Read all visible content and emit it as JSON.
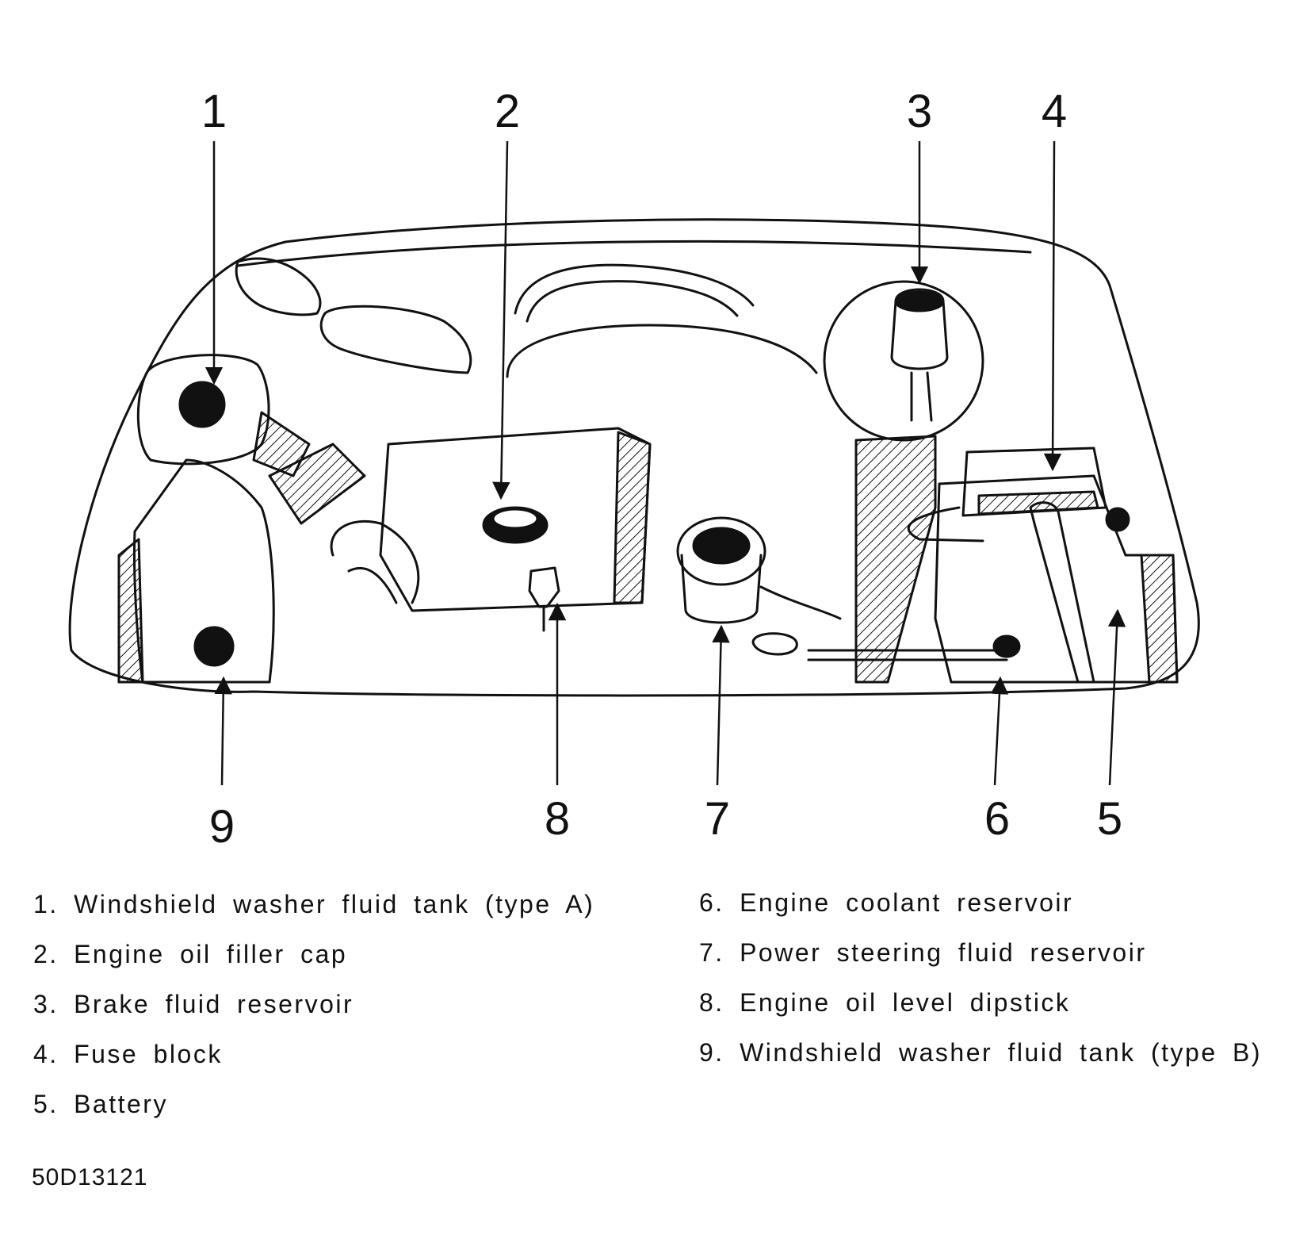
{
  "callouts": [
    "1",
    "2",
    "3",
    "4",
    "5",
    "6",
    "7",
    "8",
    "9"
  ],
  "legend": {
    "left": [
      {
        "num": "1.",
        "text": "Windshield washer fluid tank (type A)"
      },
      {
        "num": "2.",
        "text": "Engine oil filler cap"
      },
      {
        "num": "3.",
        "text": "Brake fluid reservoir"
      },
      {
        "num": "4.",
        "text": "Fuse block"
      },
      {
        "num": "5.",
        "text": "Battery"
      }
    ],
    "right": [
      {
        "num": "6.",
        "text": "Engine coolant reservoir"
      },
      {
        "num": "7.",
        "text": "Power steering fluid reservoir"
      },
      {
        "num": "8.",
        "text": "Engine oil level dipstick"
      },
      {
        "num": "9.",
        "text": "Windshield washer fluid tank (type B)"
      }
    ]
  },
  "figure_code": "50D13121",
  "colors": {
    "ink": "#111111",
    "paper": "#ffffff"
  }
}
